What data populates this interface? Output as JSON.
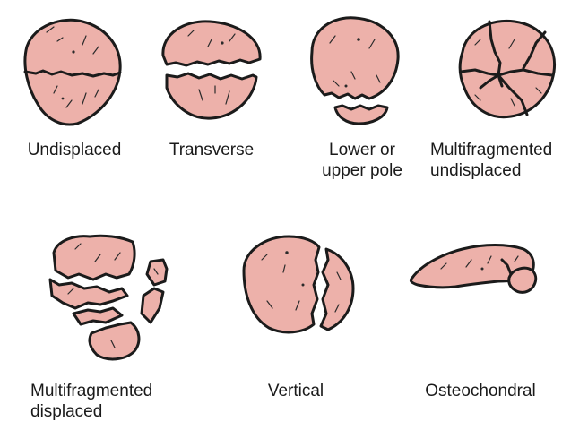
{
  "figure": {
    "items": [
      {
        "id": "undisplaced",
        "lines": [
          "Undisplaced"
        ]
      },
      {
        "id": "transverse",
        "lines": [
          "Transverse"
        ]
      },
      {
        "id": "pole",
        "lines": [
          "Lower or",
          "upper pole"
        ]
      },
      {
        "id": "multi-undisplaced",
        "lines": [
          "Multifragmented",
          "undisplaced"
        ]
      },
      {
        "id": "multi-displaced",
        "lines": [
          "Multifragmented",
          "displaced"
        ]
      },
      {
        "id": "vertical",
        "lines": [
          "Vertical"
        ]
      },
      {
        "id": "osteochondral",
        "lines": [
          "Osteochondral"
        ]
      }
    ],
    "colors": {
      "bone_fill": "#edb1aa",
      "outline": "#1b1b1b",
      "text": "#1a1a1a"
    }
  }
}
